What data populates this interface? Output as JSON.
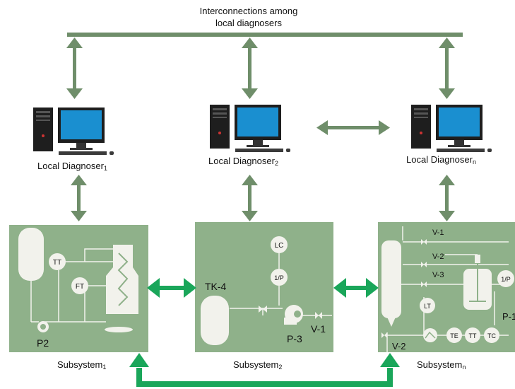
{
  "title": {
    "line1": "Interconnections among",
    "line2": "local diagnosers"
  },
  "diagnosers": [
    {
      "label": "Local Diagnoser",
      "sub": "1"
    },
    {
      "label": "Local Diagnoser",
      "sub": "2"
    },
    {
      "label": "Local Diagnoser",
      "sub": "n"
    }
  ],
  "subsystems": [
    {
      "label": "Subsystem",
      "sub": "1"
    },
    {
      "label": "Subsystem",
      "sub": "2"
    },
    {
      "label": "Subsystem",
      "sub": "n"
    }
  ],
  "subsystem1_tags": {
    "tt": "TT",
    "ft": "FT",
    "pump": "P2"
  },
  "subsystem2_tags": {
    "lc": "LC",
    "ip": "1/P",
    "tank": "TK-4",
    "pump": "P-3",
    "valve": "V-1"
  },
  "subsystemn_tags": {
    "v1": "V-1",
    "v2": "V-2",
    "v3": "V-3",
    "ip": "1/P",
    "lt": "LT",
    "te": "TE",
    "tt": "TT",
    "tc": "TC",
    "pump": "P-1",
    "vessel": "V-2"
  },
  "colors": {
    "bus": "#6f8e6a",
    "panel": "#8fb18a",
    "equipment": "#f2f2ec",
    "link": "#1aa65a",
    "monitor": "#1a8fd0"
  }
}
